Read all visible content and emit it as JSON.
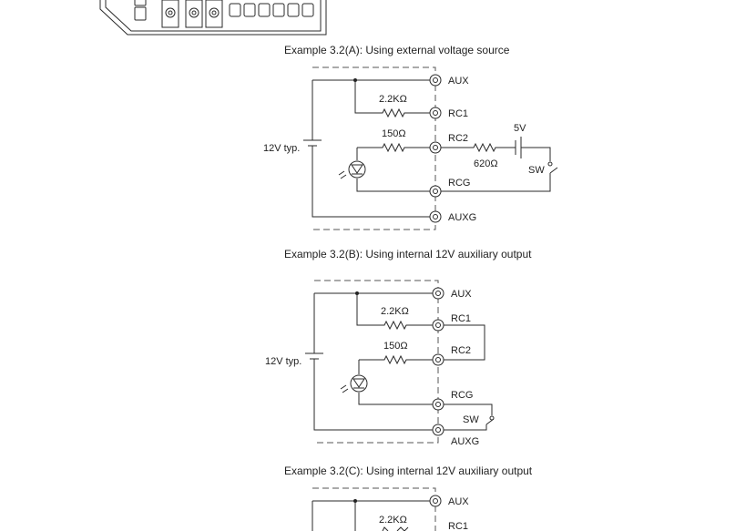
{
  "colors": {
    "aux": "#e0262b",
    "rc": "#1aa6db",
    "aux_g": "#f08a1c",
    "rcg_b": "#2a3a8c",
    "ink": "#222222"
  },
  "sections": [
    {
      "caption": "Example 3.2(A): Using external voltage source",
      "supply": "12V typ.",
      "r1": "2.2KΩ",
      "r2": "150Ω",
      "r3": "620Ω",
      "ext_v": "5V",
      "sw": "SW",
      "pins": {
        "aux": "AUX",
        "rc1": "RC1",
        "rc2": "RC2",
        "rcg": "RCG",
        "auxg": "AUXG"
      }
    },
    {
      "caption": "Example 3.2(B): Using internal 12V auxiliary output",
      "supply": "12V typ.",
      "r1": "2.2KΩ",
      "r2": "150Ω",
      "sw": "SW",
      "pins": {
        "aux": "AUX",
        "rc1": "RC1",
        "rc2": "RC2",
        "rcg": "RCG",
        "auxg": "AUXG"
      }
    },
    {
      "caption": "Example 3.2(C): Using internal 12V auxiliary output",
      "r1": "2.2KΩ",
      "pins": {
        "aux": "AUX",
        "rc1": "RC1"
      }
    }
  ]
}
